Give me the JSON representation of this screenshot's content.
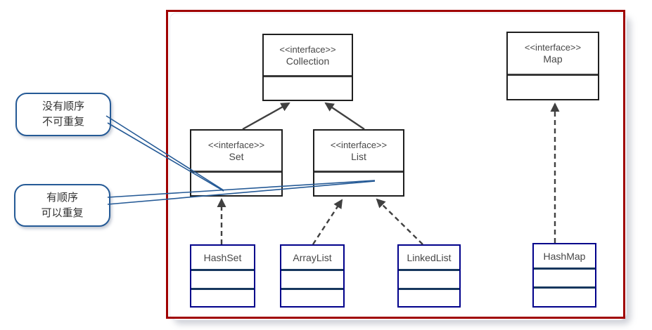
{
  "diagram": {
    "interfaces": [
      {
        "stereotype": "<<interface>>",
        "name": "Collection"
      },
      {
        "stereotype": "<<interface>>",
        "name": "Map"
      },
      {
        "stereotype": "<<interface>>",
        "name": "Set"
      },
      {
        "stereotype": "<<interface>>",
        "name": "List"
      }
    ],
    "classes": [
      {
        "name": "HashSet"
      },
      {
        "name": "ArrayList"
      },
      {
        "name": "LinkedList"
      },
      {
        "name": "HashMap"
      }
    ],
    "callouts": [
      {
        "lines": [
          "没有顺序",
          "不可重复"
        ],
        "points_to": "Set"
      },
      {
        "lines": [
          "有顺序",
          "可以重复"
        ],
        "points_to": "List"
      }
    ],
    "relations": [
      {
        "from": "Set",
        "to": "Collection",
        "line": "solid",
        "arrow": "filled"
      },
      {
        "from": "List",
        "to": "Collection",
        "line": "solid",
        "arrow": "filled"
      },
      {
        "from": "HashSet",
        "to": "Set",
        "line": "dashed",
        "arrow": "filled"
      },
      {
        "from": "ArrayList",
        "to": "List",
        "line": "dashed",
        "arrow": "filled"
      },
      {
        "from": "LinkedList",
        "to": "List",
        "line": "dashed",
        "arrow": "filled"
      },
      {
        "from": "HashMap",
        "to": "Map",
        "line": "dashed",
        "arrow": "filled"
      }
    ],
    "colors": {
      "frame": "#A00000",
      "interface_border": "#1f1f1f",
      "class_border": "#00008B",
      "class_divider": "#17375E",
      "callout_blue": "#255A96",
      "arrow_gray": "#404040",
      "text": "#474747"
    }
  }
}
